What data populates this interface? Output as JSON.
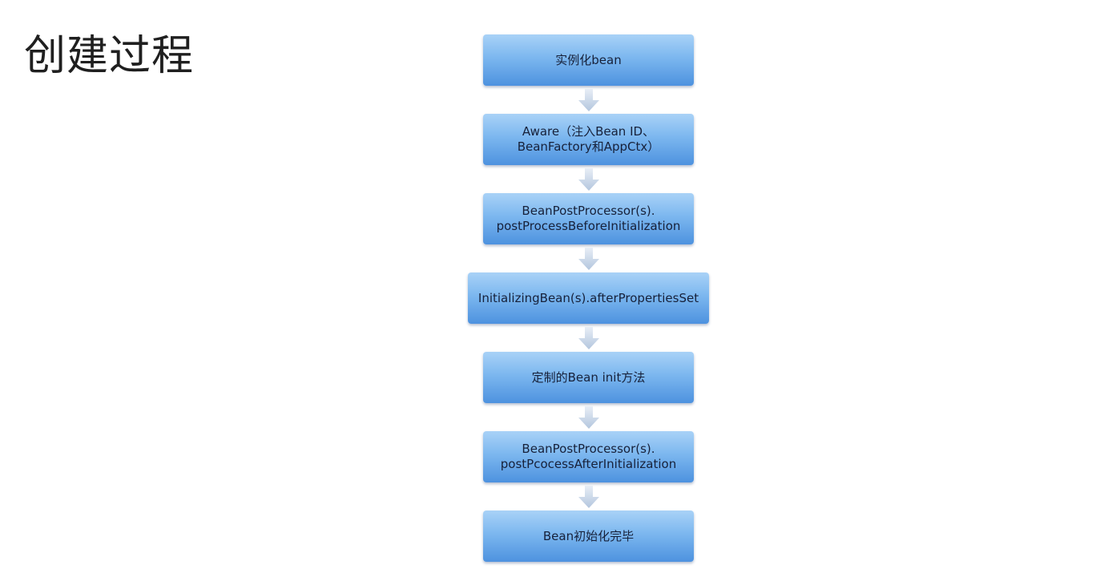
{
  "title": "创建过程",
  "steps": [
    {
      "label": "实例化bean"
    },
    {
      "label": "Aware（注入Bean ID、\nBeanFactory和AppCtx）"
    },
    {
      "label": "BeanPostProcessor(s).\npostProcessBeforeInitialization"
    },
    {
      "label": "InitializingBean(s).afterPropertiesSet"
    },
    {
      "label": "定制的Bean init方法"
    },
    {
      "label": "BeanPostProcessor(s).\npostPcocessAfterInitialization"
    },
    {
      "label": "Bean初始化完毕"
    }
  ],
  "colors": {
    "box_top": "#a9d2f7",
    "box_bottom": "#4d92df",
    "arrow_top": "#e8eef6",
    "arrow_bottom": "#b3c6de",
    "text": "#17213a"
  }
}
